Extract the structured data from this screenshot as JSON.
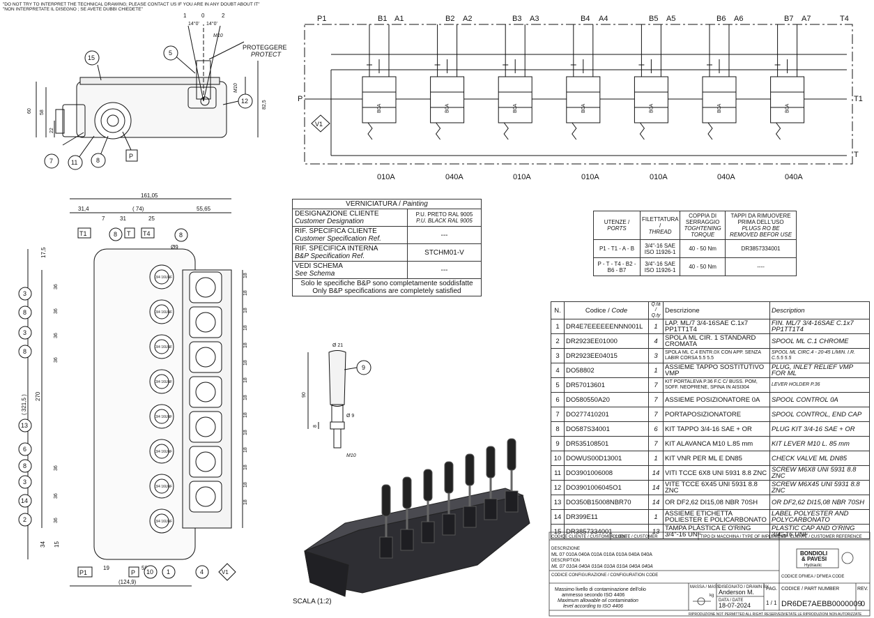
{
  "warnings": [
    "\"DO NOT TRY TO INTERPRET THE TECHNICAL DRAWING; PLEASE CONTACT US IF YOU ARE IN ANY DOUBT ABOUT IT\"",
    "\"NON INTERPRETATE IL DISEGNO ; SE AVETE DUBBI CHIEDETE\""
  ],
  "protect": {
    "it": "PROTEGGERE",
    "en": "PROTECT"
  },
  "schematic": {
    "top_ports": [
      "P1",
      "B1",
      "A1",
      "B2",
      "A2",
      "B3",
      "A3",
      "B4",
      "A4",
      "B5",
      "A5",
      "B6",
      "A6",
      "B7",
      "A7",
      "T4"
    ],
    "side_left": "P",
    "side_right": [
      "T1",
      "T"
    ],
    "relief": "V1",
    "spool_codes": [
      "010A",
      "040A",
      "010A",
      "010A",
      "010A",
      "040A",
      "040A"
    ],
    "spool_label": "B0A"
  },
  "dims": {
    "top": [
      "161,05",
      "31,4",
      "( 74)",
      "55,65",
      "7",
      "31",
      "25",
      "17,5"
    ],
    "left": [
      "36",
      "36",
      "36",
      "36",
      "( 321,5 )",
      "270",
      "36",
      "36",
      "36"
    ],
    "right": [
      "18",
      "18",
      "18",
      "18",
      "18",
      "18",
      "18",
      "18",
      "18",
      "18",
      "18",
      "18",
      "18",
      "18"
    ],
    "bottom": [
      "34",
      "15",
      "19",
      "50",
      "(124,9)",
      "15"
    ],
    "side_view": [
      "14°0'",
      "14°0'",
      "M10",
      "M10",
      "60",
      "58",
      "22",
      "82,5"
    ],
    "lever": [
      "Ø 21",
      "Ø 9",
      "90",
      "8",
      "M10"
    ],
    "thread_code": "3/4 16UNF",
    "dia9": "Ø9"
  },
  "lever_angles": [
    "1",
    "0",
    "2"
  ],
  "callouts": [
    "15",
    "5",
    "12",
    "7",
    "11",
    "8",
    "P",
    "T1",
    "8",
    "T",
    "T4",
    "8",
    "3",
    "8",
    "3",
    "8",
    "13",
    "6",
    "8",
    "3",
    "14",
    "2",
    "P1",
    "P",
    "10",
    "1",
    "4",
    "V1",
    "9"
  ],
  "painting": {
    "header_it": "VERNICIATURA / ",
    "header_en": "Painting",
    "rows": [
      {
        "it": "DESIGNAZIONE CLIENTE",
        "en": "Customer Designation",
        "v1": "P.U. PRETO RAL 9005",
        "v2": "P.U. BLACK RAL 9005"
      },
      {
        "it": "RIF. SPECIFICA CLIENTE",
        "en": "Customer Specification Ref.",
        "v1": "---",
        "v2": ""
      },
      {
        "it": "RIF. SPECIFICA INTERNA",
        "en": "B&P Specification Ref.",
        "v1": "STCHM01-V",
        "v2": ""
      },
      {
        "it": "VEDI SCHEMA",
        "en": "See Schema",
        "v1": "---",
        "v2": ""
      }
    ],
    "note_it": "Solo le specifiche B&P sono completamente soddisfatte",
    "note_en": "Only B&P specifications are completely satisfied"
  },
  "ports_table": {
    "headers": [
      {
        "it": "UTENZE /",
        "en": "PORTS"
      },
      {
        "it": "FILETTATURA /",
        "en": "THREAD"
      },
      {
        "it": "COPPIA DI SERRAGGIO",
        "en": "TOGHTENING TORQUE"
      },
      {
        "it": "TAPPI DA RIMUOVERE PRIMA DELL'USO",
        "en": "PLUGS RO BE REMOVED BEFOR USE"
      }
    ],
    "rows": [
      {
        "ports": "P1 - T1 - A - B",
        "thread1": "3/4\"-16 SAE",
        "thread2": "ISO 11926-1",
        "torque": "40 - 50 Nm",
        "plugs": "DR3857334001"
      },
      {
        "ports": "P - T - T4 - B2 - B6 - B7",
        "thread1": "3/4\"-16 SAE",
        "thread2": "ISO 11926-1",
        "torque": "40 - 50 Nm",
        "plugs": "----"
      }
    ]
  },
  "bom": {
    "headers": {
      "n": "N.",
      "code_it": "Codice / ",
      "code_en": "Code",
      "qty_it": "Q.tà /",
      "qty_en": "Q.ty",
      "desc_it": "Descrizione",
      "desc_en": "Description"
    },
    "rows": [
      {
        "n": "1",
        "code": "DR4E7EEEEEENNN001L",
        "qty": "1",
        "it": "LAP. ML/7 3/4-16SAE C.1x7 PP1TT1T4",
        "en": "FIN. ML/7 3/4-16SAE C.1x7 PP1TT1T4",
        "small": false
      },
      {
        "n": "2",
        "code": "DR2923EE01000",
        "qty": "4",
        "it": "SPOLA ML CIR. 1 STANDARD CROMATA",
        "en": "SPOOL ML C.1 CHROME",
        "small": false
      },
      {
        "n": "3",
        "code": "DR2923EE04015",
        "qty": "3",
        "it": "SPOLA ML C.4 ENTR.0X CON APP. SENZA LABIR CORSA 5.5 5.5",
        "en": "SPOOL ML CIRC.4 - 20-45 L/MIN. I.R. C.5.5 5.5",
        "small": true
      },
      {
        "n": "4",
        "code": "DO58802",
        "qty": "1",
        "it": "ASSIEME TAPPO SOSTITUTIVO VMP",
        "en": "PLUG, INLET RELIEF VMP FOR ML",
        "small": false
      },
      {
        "n": "5",
        "code": "DR57013601",
        "qty": "7",
        "it": "KIT PORTALEVA P.36 F.C C/ BUSS. POM, SOFF. NEOPRENE, SPINA IN AISI304",
        "en": "LEVER HOLDER P.36",
        "small": true
      },
      {
        "n": "6",
        "code": "DO580550A20",
        "qty": "7",
        "it": "ASSIEME POSIZIONATORE 0A",
        "en": "SPOOL CONTROL 0A",
        "small": false
      },
      {
        "n": "7",
        "code": "DO277410201",
        "qty": "7",
        "it": "PORTAPOSIZIONATORE",
        "en": "SPOOL CONTROL, END CAP",
        "small": false
      },
      {
        "n": "8",
        "code": "DO587S34001",
        "qty": "6",
        "it": "KIT TAPPO 3/4-16 SAE + OR",
        "en": "PLUG KIT 3/4-16 SAE + OR",
        "small": false
      },
      {
        "n": "9",
        "code": "DR535108501",
        "qty": "7",
        "it": "KIT ALAVANCA M10 L.85 mm",
        "en": "KIT LEVER M10 L. 85 mm",
        "small": false
      },
      {
        "n": "10",
        "code": "DOWUS00D13001",
        "qty": "1",
        "it": "KIT VNR PER ML E DN85",
        "en": "CHECK VALVE ML DN85",
        "small": false
      },
      {
        "n": "11",
        "code": "DO3901006008",
        "qty": "14",
        "it": "VITI TCCE 6X8 UNI 5931 8.8 ZNC",
        "en": "SCREW M6X8 UNI 5931 8.8 ZNC",
        "small": false
      },
      {
        "n": "12",
        "code": "DO3901006045O1",
        "qty": "14",
        "it": "VITE TCCE 6X45 UNI 5931 8.8 ZNC",
        "en": "SCREW M6X45 UNI 5931 8.8 ZNC",
        "small": false
      },
      {
        "n": "13",
        "code": "DO350B15008NBR70",
        "qty": "14",
        "it": "OR DF2,62 DI15,08 NBR 70SH",
        "en": "OR DF2,62 DI15,08 NBR 70SH",
        "small": false
      },
      {
        "n": "14",
        "code": "DR399E11",
        "qty": "1",
        "it": "ASSIEME ETICHETTA POLIESTER E POLICARBONATO",
        "en": "LABEL POLYESTER AND POLYCARBONATO",
        "small": false
      },
      {
        "n": "15",
        "code": "DR3857334001",
        "qty": "13",
        "it": "TAMPA PLÁSTICA E O'RING 3/4\"-16 UNF",
        "en": "PLASTIC CAP AND O'RING 3/4\"-16 UNF",
        "small": false
      }
    ]
  },
  "title_block": {
    "client_code": "CODICE CLIENTE / CUSTOMER CODE",
    "client": "CLIENTE / CUSTOMER",
    "machine": "TIPO DI MACCHINA / TYPE OF IMPLEMENT",
    "client_ref": "RIF. CLIENTE / CUSTOMER REFERENCE",
    "desc_label": "DESCRIZIONE",
    "desc_it": "ML 07 010A 040A 010A 010A 010A 040A 040A",
    "desc_label_en": "DESCRIPTION",
    "desc_en": "ML 07 010A 040A 010A 010A 010A 040A 040A",
    "config_label": "CODICE CONFIGURAZIONE / CONFIGURATION CODE",
    "dfmea_label": "CODICE DFMEA / DFMEA CODE",
    "brand1": "BONDIOLI",
    "brand2": "& PAVESI",
    "brand3": "Hydraulic",
    "contam_it1": "Massimo livello di contaminazione dell'olio",
    "contam_it2": "ammesso secondo ISO 4406",
    "contam_en1": "Maximum allowable oil contamination",
    "contam_en2": "level according to ISO 4406",
    "mass_label": "MASSA / MASS",
    "mass_unit": "kg",
    "drawn_label": "DISEGNATO / DRAWN BY",
    "drawn": "Anderson M.",
    "date_label": "DATA / DATE",
    "date": "18-07-2024",
    "page_label": "PAG.",
    "page": "1 / 1",
    "part_label": "CODICE / PART NUMBER",
    "part": "DR6DE7AEBB0000009",
    "rev_label": "REV.",
    "rev": "0",
    "repro1": "RIPRODUZIONE NOT PERMITTED ALL RIGHT RESERVED",
    "repro2": "VIETATE LE RIPRODUZIONI NON AUTORIZZATE"
  },
  "scale": "SCALA (1:2)"
}
